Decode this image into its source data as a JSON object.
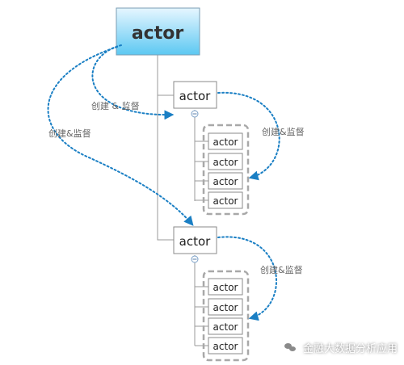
{
  "nodes": {
    "root": "actor",
    "child1": "actor",
    "child2": "actor",
    "group1": [
      "actor",
      "actor",
      "actor",
      "actor"
    ],
    "group2": [
      "actor",
      "actor",
      "actor",
      "actor"
    ]
  },
  "labels": {
    "root_to_child1": "创建 & 监督",
    "root_to_child2": "创建&监督",
    "child1_to_group": "创建&监督",
    "child2_to_group": "创建&监督"
  },
  "watermark": "金融大数据分析应用",
  "colors": {
    "root_fill_top": "#e6f6ff",
    "root_fill_bottom": "#5cc8f2",
    "node_border": "#8a8a8a",
    "arrow": "#1a7fc4",
    "line": "#9a9a9a",
    "group_border": "#a8a8a8",
    "label_text": "#666666"
  },
  "icons": {
    "collapse": "collapse-toggle-icon",
    "watermark": "wechat-icon"
  }
}
